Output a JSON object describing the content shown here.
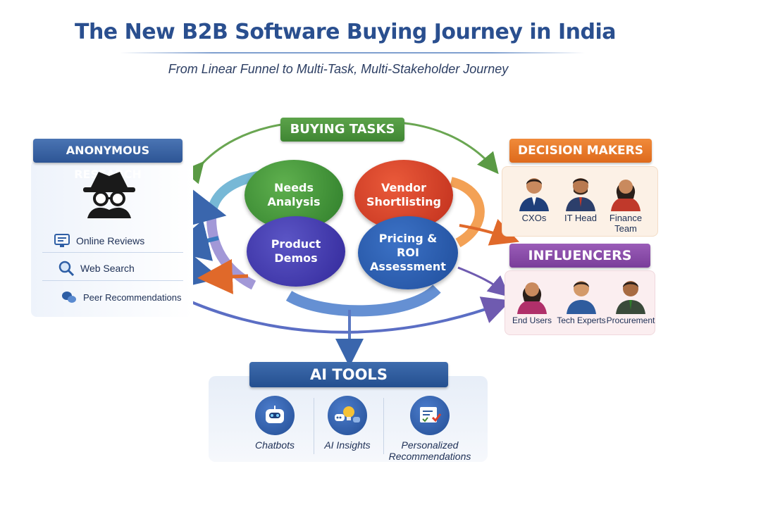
{
  "header": {
    "title": "The New B2B Software Buying Journey in India",
    "subtitle": "From Linear Funnel to Multi-Task, Multi-Stakeholder Journey"
  },
  "buying_tasks": {
    "label": "BUYING TASKS",
    "tasks": [
      {
        "line1": "Needs",
        "line2": "Analysis",
        "color": "#3f8a33"
      },
      {
        "line1": "Vendor",
        "line2": "Shortlisting",
        "color": "#d03e24"
      },
      {
        "line1": "Product",
        "line2": "Demos",
        "color": "#3b2fa6"
      },
      {
        "line1": "Pricing &",
        "line2": "ROI",
        "line3": "Assessment",
        "color": "#2a5bab"
      }
    ]
  },
  "anonymous_research": {
    "label": "ANONYMOUS RESEARCH",
    "items": [
      {
        "label": "Online Reviews",
        "icon": "review-screen-icon"
      },
      {
        "label": "Web Search",
        "icon": "magnifier-icon"
      },
      {
        "label": "Peer Recommendations",
        "icon": "chat-bubbles-icon"
      }
    ]
  },
  "decision_makers": {
    "label": "DECISION MAKERS",
    "people": [
      {
        "label": "CXOs"
      },
      {
        "label": "IT Head"
      },
      {
        "line1": "Finance",
        "line2": "Team"
      }
    ]
  },
  "influencers": {
    "label": "INFLUENCERS",
    "people": [
      {
        "label": "End Users"
      },
      {
        "label": "Tech Experts"
      },
      {
        "label": "Procurement"
      }
    ]
  },
  "ai_tools": {
    "label": "AI TOOLS",
    "items": [
      {
        "label": "Chatbots",
        "icon": "robot-icon"
      },
      {
        "label": "AI Insights",
        "icon": "lightbulb-chat-icon"
      },
      {
        "line1": "Personalized",
        "line2": "Recommendations",
        "icon": "checklist-icon"
      }
    ]
  },
  "colors": {
    "tasks_green": "#4a9a3c",
    "anon_blue": "#3763a4",
    "dm_orange": "#e8782a",
    "inf_purple": "#8a4caa",
    "ai_blue": "#2f5c9e"
  }
}
